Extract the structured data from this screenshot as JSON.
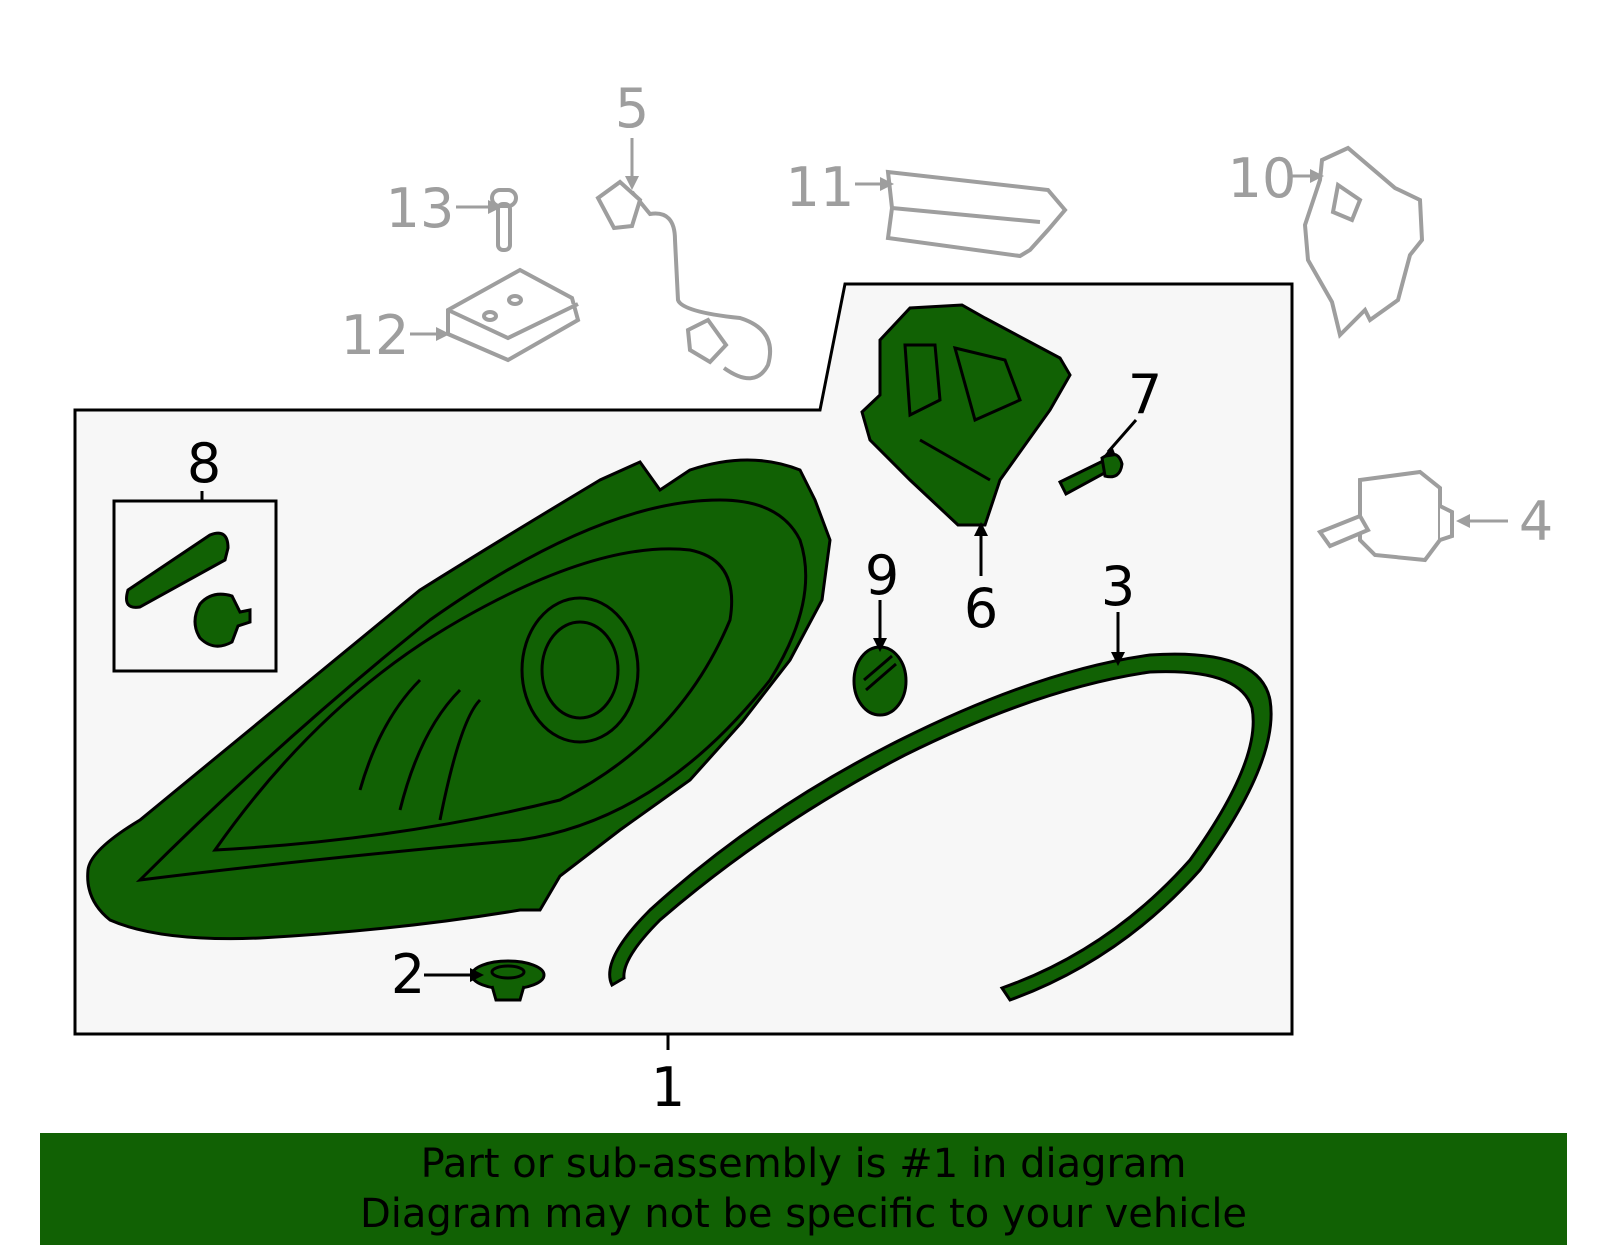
{
  "callouts": {
    "c1": "1",
    "c2": "2",
    "c3": "3",
    "c4": "4",
    "c5": "5",
    "c6": "6",
    "c7": "7",
    "c8": "8",
    "c9": "9",
    "c10": "10",
    "c11": "11",
    "c12": "12",
    "c13": "13"
  },
  "banner": {
    "line1": "Part or sub-assembly is #1 in diagram",
    "line2": "Diagram may not be specific to your vehicle"
  },
  "colors": {
    "highlight_fill": "#116104",
    "panel_fill": "#f7f7f7",
    "outline": "#000000",
    "faded_part": "#9e9e9e",
    "banner_bg": "#116104"
  },
  "icons": {
    "headlamp": "headlamp-assembly-icon",
    "gasket": "gasket-strip-icon",
    "bracket": "rear-cover-bracket-icon"
  }
}
